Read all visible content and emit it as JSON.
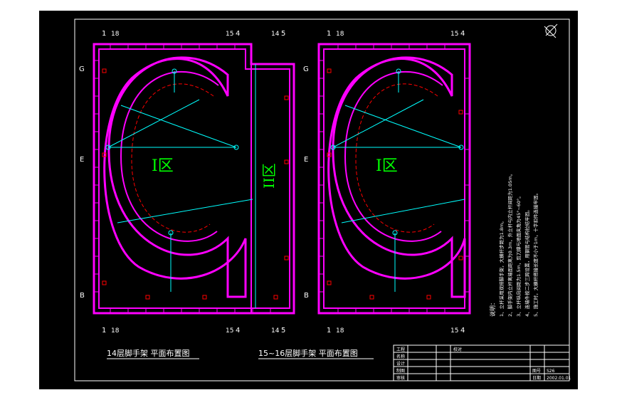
{
  "drawing": {
    "left_plan": {
      "title": "14层脚手架 平面布置图",
      "zone_label": "I区",
      "zone2_label": "II区",
      "axis_top": [
        "1",
        "18",
        "15",
        "4",
        "14",
        "5"
      ],
      "axis_bottom": [
        "1",
        "18",
        "15",
        "4",
        "14",
        "5"
      ],
      "axis_left": [
        "G",
        "E",
        "B"
      ]
    },
    "right_plan": {
      "title": "15~16层脚手架 平面布置图",
      "zone_label": "I区",
      "axis_top": [
        "1",
        "18",
        "15",
        "4"
      ],
      "axis_bottom": [
        "1",
        "18",
        "15",
        "4"
      ],
      "axis_left": [
        "G",
        "E",
        "B"
      ]
    },
    "notes": {
      "heading": "说明：",
      "lines": [
        "1、立杆采用双排脚手架，大横杆步距为1.8m。",
        "2、脚手架内立杆离墙面距离为0.3m，外立杆与内立杆间距为1.05m。",
        "3、立杆纵向间距为1.5m，剪刀撑与地面夹角为45°~60°。",
        "4、连墙件按二步三跨设置，用钢管与结构拉结牢固。",
        "5、施工时，大横杆搭接长度不小于1m，十字扣件连接牢固。"
      ]
    },
    "title_block": {
      "labels": [
        "工程",
        "名称",
        "设计",
        "制图",
        "审核",
        "校对",
        "图号",
        "日期"
      ],
      "date": "2002.01.01",
      "sheet_code": "S26"
    },
    "colors": {
      "magenta": "#ff00ff",
      "red": "#ff0000",
      "cyan": "#00ffff",
      "green": "#00ff00",
      "white": "#ffffff",
      "yellow": "#ffff00"
    }
  }
}
